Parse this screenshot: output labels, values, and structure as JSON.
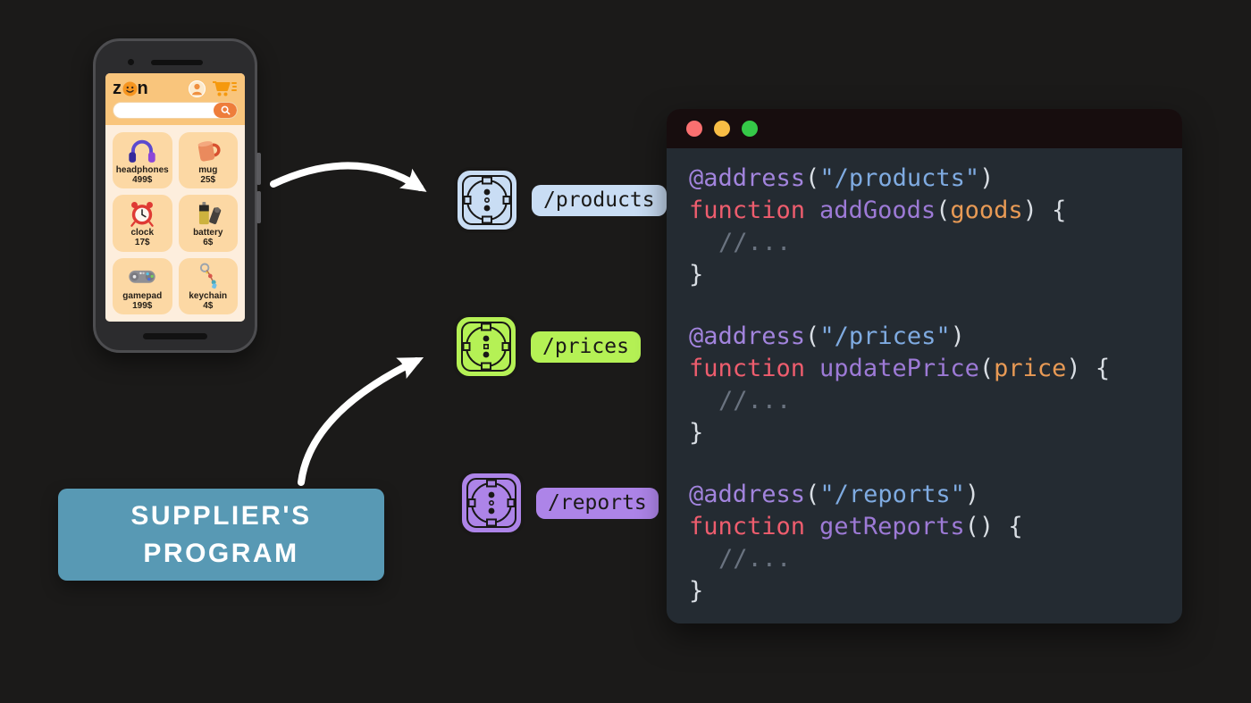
{
  "scene": {
    "background_color": "#1b1a19",
    "description": "diagram of a supplier program and shop app connecting to service endpoints"
  },
  "phone": {
    "brand": "zon",
    "logo_first": "z",
    "logo_last": "n",
    "products": [
      {
        "name": "headphones",
        "price": "499$"
      },
      {
        "name": "mug",
        "price": "25$"
      },
      {
        "name": "clock",
        "price": "17$"
      },
      {
        "name": "battery",
        "price": "6$"
      },
      {
        "name": "gamepad",
        "price": "199$"
      },
      {
        "name": "keychain",
        "price": "4$"
      }
    ]
  },
  "sockets": [
    {
      "label": "/products",
      "color": "#c9ddf4"
    },
    {
      "label": "/prices",
      "color": "#b5f155"
    },
    {
      "label": "/reports",
      "color": "#ad84e8"
    }
  ],
  "supplier_box": {
    "line1": "SUPPLIER'S",
    "line2": "PROGRAM",
    "color": "#5899b4"
  },
  "code_window": {
    "colors": {
      "window_bg": "#242b32",
      "titlebar_bg": "#170d0e",
      "dot_red": "#fa7070",
      "dot_yellow": "#f8bd45",
      "dot_green": "#35c948",
      "decorator": "#a284dd",
      "keyword": "#ee5d6e",
      "function_name": "#9d7ad6",
      "string": "#7fabe1",
      "param": "#e89a55",
      "punctuation": "#d9dee4",
      "comment": "#6a7380"
    },
    "punct": {
      "open_paren": "(",
      "close_paren": ")",
      "close_call": ") {",
      "brace_close": "}"
    },
    "blocks": [
      {
        "decorator": "@address",
        "route": "\"/products\"",
        "keyword": "function",
        "fn_name": "addGoods",
        "param": "goods",
        "comment": "//..."
      },
      {
        "decorator": "@address",
        "route": "\"/prices\"",
        "keyword": "function",
        "fn_name": "updatePrice",
        "param": "price",
        "comment": "//..."
      },
      {
        "decorator": "@address",
        "route": "\"/reports\"",
        "keyword": "function",
        "fn_name": "getReports",
        "param": "",
        "comment": "//..."
      }
    ]
  },
  "icons": {
    "logo_o": "smiley-face",
    "header": [
      "user-avatar",
      "shopping-cart"
    ],
    "search_button": "magnifier",
    "endpoint": "power-socket",
    "window_controls": [
      "close",
      "minimize",
      "zoom"
    ],
    "connectors": [
      "arrow-phone-to-products",
      "arrow-supplier-to-prices"
    ]
  }
}
